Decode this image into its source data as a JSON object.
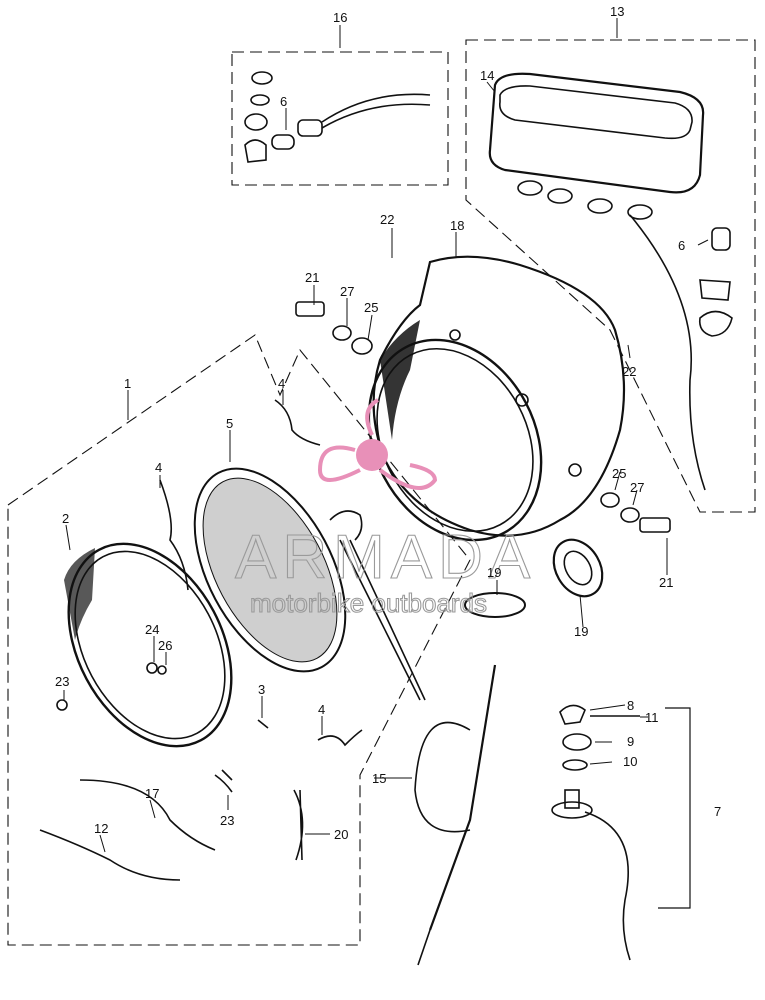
{
  "watermark": {
    "brand": "ARMADA",
    "tagline": "motorbike outboards",
    "logo_color": "#e890b8"
  },
  "callouts": {
    "c1": "1",
    "c2": "2",
    "c3": "3",
    "c4a": "4",
    "c4b": "4",
    "c4c": "4",
    "c5": "5",
    "c6a": "6",
    "c6b": "6",
    "c7": "7",
    "c8": "8",
    "c9": "9",
    "c10": "10",
    "c11": "11",
    "c12": "12",
    "c13": "13",
    "c14": "14",
    "c15": "15",
    "c16": "16",
    "c17": "17",
    "c18": "18",
    "c19a": "19",
    "c19b": "19",
    "c20": "20",
    "c21a": "21",
    "c21b": "21",
    "c22a": "22",
    "c22b": "22",
    "c23a": "23",
    "c23b": "23",
    "c24": "24",
    "c25a": "25",
    "c25b": "25",
    "c26": "26",
    "c27a": "27",
    "c27b": "27"
  }
}
